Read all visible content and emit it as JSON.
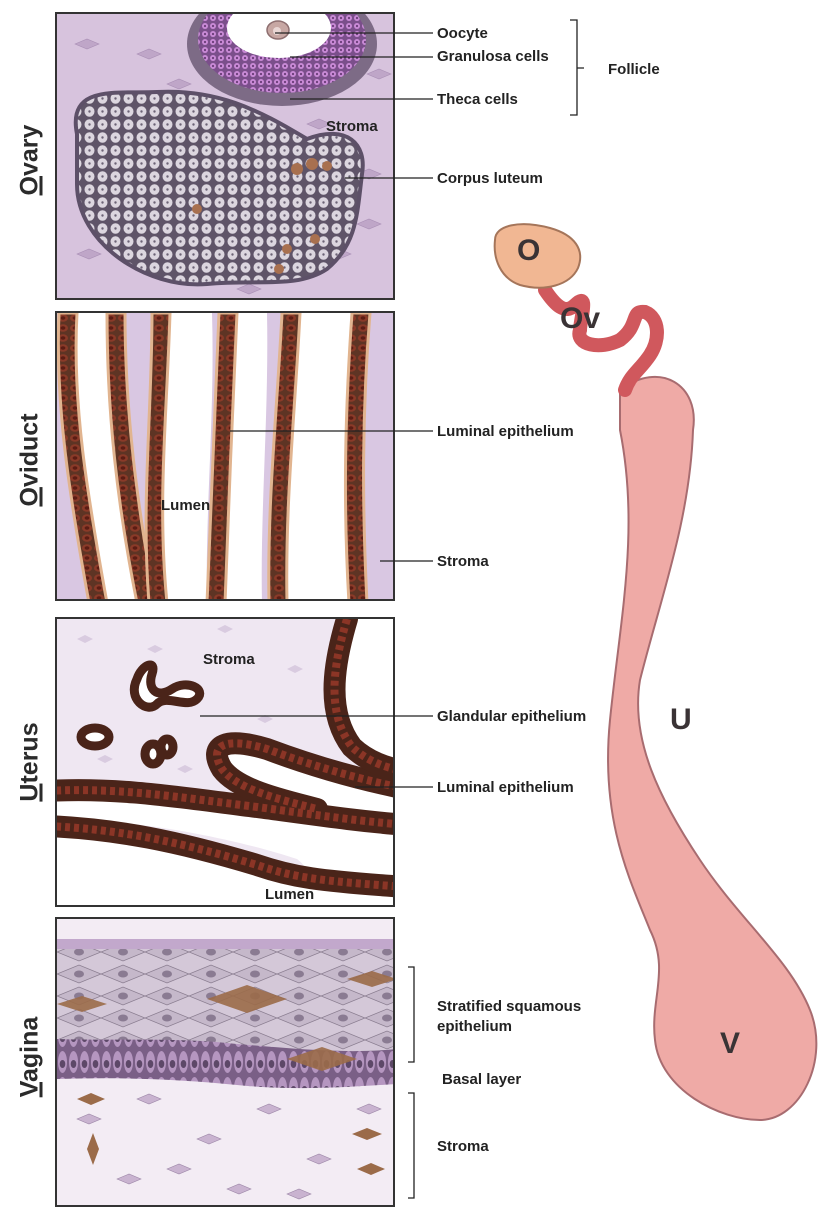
{
  "organs": [
    {
      "first": "O",
      "rest": "vary"
    },
    {
      "first": "O",
      "rest": "viduct"
    },
    {
      "first": "U",
      "rest": "terus"
    },
    {
      "first": "V",
      "rest": "agina"
    }
  ],
  "ovary": {
    "stroma": "Stroma",
    "labels": {
      "oocyte": "Oocyte",
      "granulosa": "Granulosa cells",
      "theca": "Theca cells",
      "follicle": "Follicle",
      "corpus_luteum": "Corpus luteum"
    }
  },
  "oviduct": {
    "lumen": "Lumen",
    "labels": {
      "luminal": "Luminal epithelium",
      "stroma": "Stroma"
    }
  },
  "uterus": {
    "stroma": "Stroma",
    "lumen": "Lumen",
    "labels": {
      "glandular": "Glandular epithelium",
      "luminal": "Luminal epithelium"
    }
  },
  "vagina": {
    "labels": {
      "ssq_line1": "Stratified squamous",
      "ssq_line2": "epithelium",
      "basal": "Basal layer",
      "stroma": "Stroma"
    }
  },
  "tract_letters": {
    "ovary": "O",
    "oviduct": "Ov",
    "uterus": "U",
    "vagina": "V"
  },
  "colors": {
    "stroma_ovary": "#d7c3dd",
    "stroma_light": "#eadff0",
    "epithelium_brown": "#6b3a2a",
    "nucleus": "#7a2e22",
    "tract_pink": "#efaaa6",
    "ovary_peach": "#f1b793",
    "oviduct_red": "#de6f72"
  }
}
